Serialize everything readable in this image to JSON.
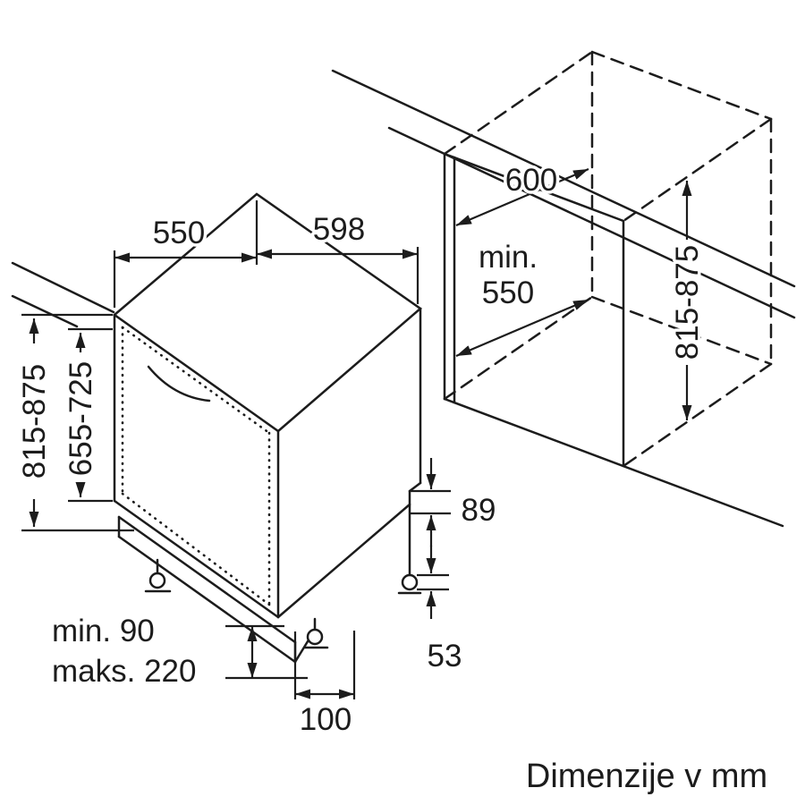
{
  "caption": "Dimenzije v mm",
  "dimensions": {
    "top_depth": "550",
    "top_width": "598",
    "niche_width": "600",
    "niche_depth_prefix": "min.",
    "niche_depth_value": "550",
    "appliance_height_range": "815-875",
    "door_height_range": "655-725",
    "niche_height_range": "815-875",
    "base_clearance": "89",
    "foot_adjust": "53",
    "plinth_min": "min. 90",
    "plinth_max": "maks. 220",
    "plinth_depth": "100"
  }
}
